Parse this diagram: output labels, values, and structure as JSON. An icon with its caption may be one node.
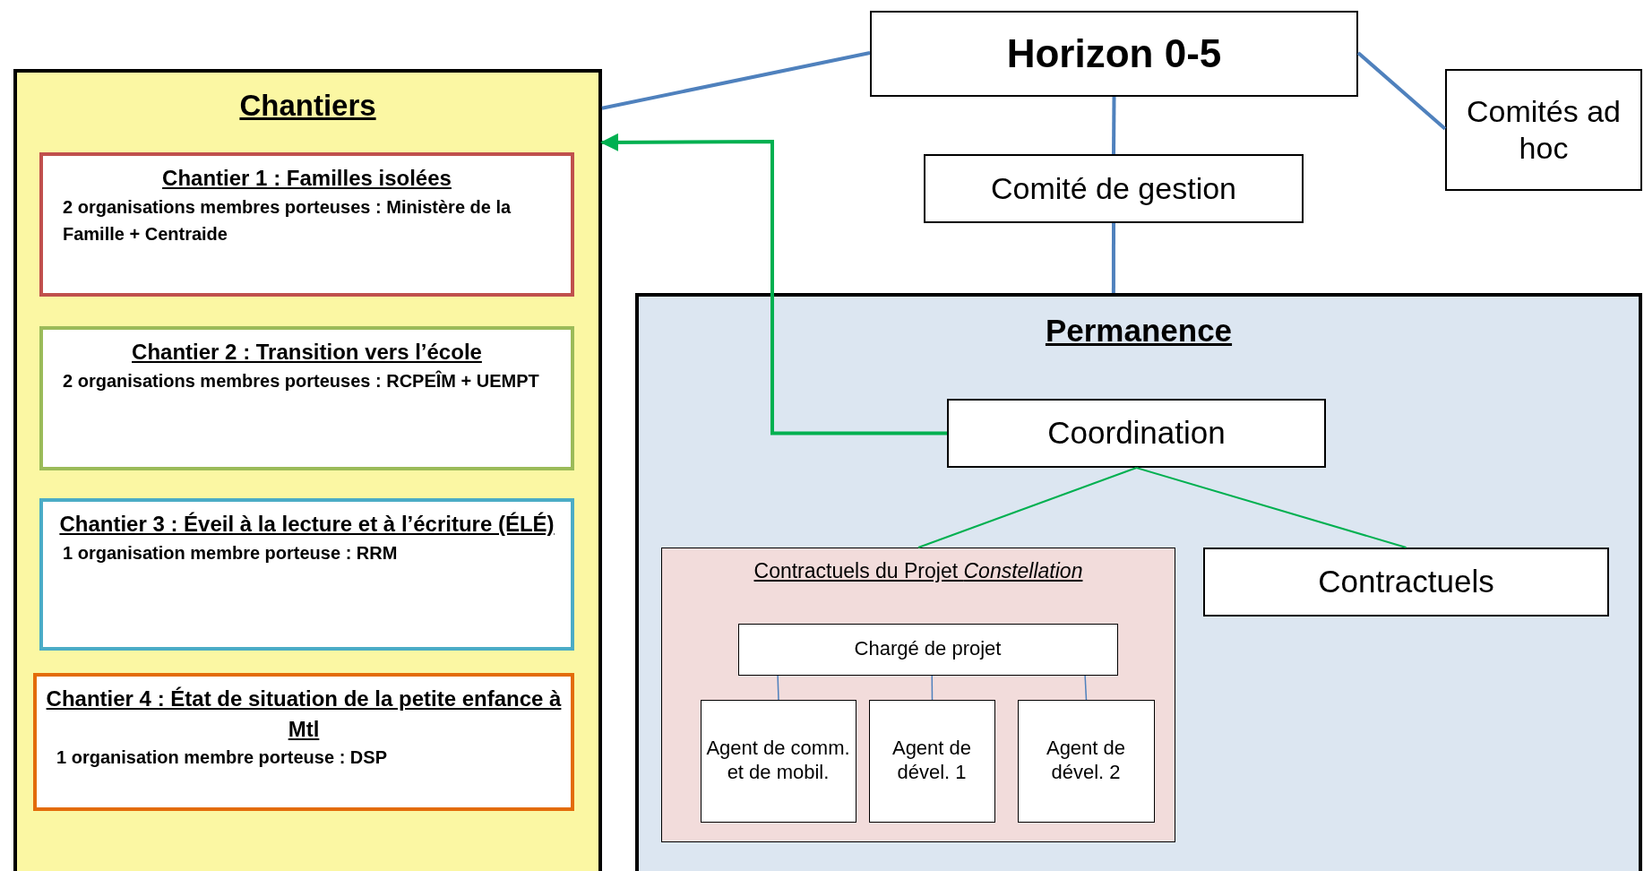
{
  "diagram": {
    "nodes": [
      {
        "text": [
          "Horizon 0-5"
        ]
      },
      {
        "text": [
          "Comités ad hoc"
        ]
      },
      {
        "text": [
          "Comité de gestion"
        ]
      },
      {
        "text": [
          "Chantiers"
        ]
      },
      {
        "text": [
          "Chantier 1 : Familles isolées",
          "2 organisations membres porteuses : Ministère de la Famille + Centraide"
        ],
        "in": 3
      },
      {
        "text": [
          "Chantier 2 : Transition vers l’école",
          "2 organisations membres porteuses : RCPEÎM + UEMPT"
        ],
        "in": 3
      },
      {
        "text": [
          "Chantier 3 : Éveil à la lecture et à l’écriture (ÉLÉ)",
          "1 organisation membre porteuse : RRM"
        ],
        "in": 3
      },
      {
        "text": [
          "Chantier 4 : État de situation de la petite enfance à Mtl",
          "1 organisation membre porteuse : DSP"
        ],
        "in": 3
      },
      {
        "text": [
          "Permanence"
        ]
      },
      {
        "text": [
          "Coordination"
        ],
        "in": 8
      },
      {
        "text": [
          "Contractuels du Projet *Constellation*"
        ],
        "in": 8
      },
      {
        "text": [
          "Contractuels"
        ],
        "in": 8
      },
      {
        "text": [
          "Chargé de projet"
        ],
        "in": 10
      },
      {
        "text": [
          "Agent de comm. et de mobil."
        ],
        "in": 10
      },
      {
        "text": [
          "Agent de dével. 1"
        ],
        "in": 10
      },
      {
        "text": [
          "Agent de dével. 2"
        ],
        "in": 10
      }
    ],
    "edges": [
      {
        "from": 0,
        "to": 3,
        "arrow": "none"
      },
      {
        "from": 0,
        "to": 1,
        "arrow": "none"
      },
      {
        "from": 0,
        "to": 2,
        "arrow": "none"
      },
      {
        "from": 2,
        "to": 8,
        "arrow": "none"
      },
      {
        "from": 9,
        "to": 3,
        "arrow": "to",
        "color": "#00b050"
      },
      {
        "from": 9,
        "to": 10,
        "arrow": "none",
        "color": "#00b050"
      },
      {
        "from": 9,
        "to": 11,
        "arrow": "none",
        "color": "#00b050"
      },
      {
        "from": 12,
        "to": 13,
        "arrow": "none"
      },
      {
        "from": 12,
        "to": 14,
        "arrow": "none"
      },
      {
        "from": 12,
        "to": 15,
        "arrow": "none"
      }
    ]
  }
}
